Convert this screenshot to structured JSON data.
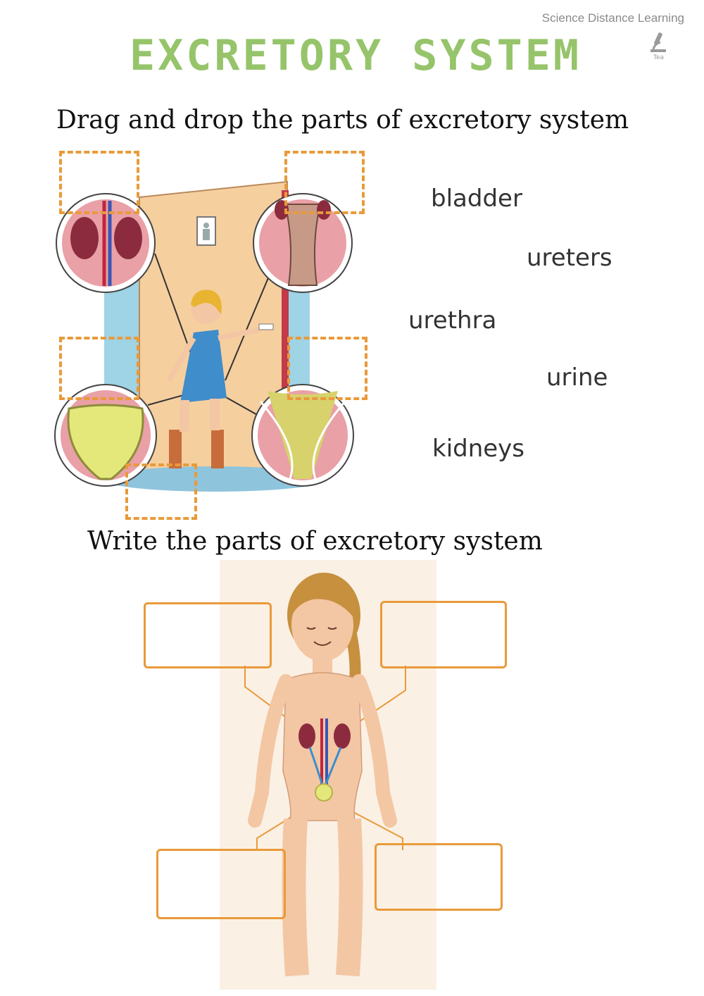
{
  "header": {
    "brand": "Science Distance Learning",
    "title": "EXCRETORY SYSTEM",
    "logo_icon": "microscope-icon",
    "logo_text": "Tea"
  },
  "section1": {
    "instruction": "Drag and drop the parts of excretory system",
    "word_bank": [
      "bladder",
      "ureters",
      "urethra",
      "urine",
      "kidneys"
    ]
  },
  "section2": {
    "instruction": "Write the parts of excretory system"
  },
  "colors": {
    "title": "#96c46b",
    "box_border": "#e99a3a",
    "door": "#f6cf9f",
    "wall": "#9fd3e6",
    "organ_pink": "#e9a0a6",
    "kidney": "#8c2b3e",
    "urine": "#e4e87a",
    "skin": "#f3c7a4",
    "hair": "#c6903f"
  }
}
